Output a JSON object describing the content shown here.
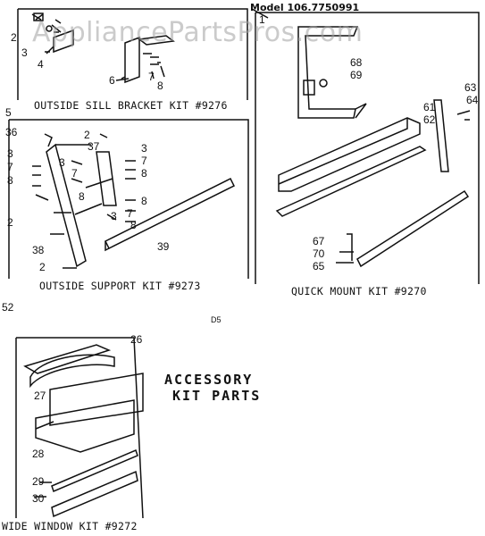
{
  "header": {
    "model": "Model 106.7750991"
  },
  "watermark": {
    "text": "AppliancePartsPros.com"
  },
  "panels": {
    "sill_bracket": {
      "title": "OUTSIDE SILL BRACKET KIT #9276"
    },
    "outside_support": {
      "title": "OUTSIDE SUPPORT KIT #9273"
    },
    "quick_mount": {
      "title": "QUICK MOUNT KIT #9270"
    },
    "wide_window": {
      "title": "WIDE WINDOW KIT #9272"
    }
  },
  "page_code": "D5",
  "accessory_heading": {
    "line1": "ACCESSORY",
    "line2": "KIT PARTS"
  },
  "callouts": {
    "c1": "1",
    "c2a": "2",
    "c3a": "3",
    "c4": "4",
    "c5": "5",
    "c6": "6",
    "c7a": "7",
    "c8a": "8",
    "c36": "36",
    "c2b": "2",
    "c3b": "3",
    "c7b": "7",
    "c8b": "8",
    "c37": "37",
    "c3c": "3",
    "c7c": "7",
    "c8c": "8",
    "c3d": "3",
    "c7d": "7",
    "c8d": "8",
    "c8e": "8",
    "c3e": "3",
    "c7e": "7",
    "c8f": "8",
    "c2c": "2",
    "c38": "38",
    "c39": "39",
    "c2d": "2",
    "c52": "52",
    "c68": "68",
    "c69": "69",
    "c61": "61",
    "c62": "62",
    "c63": "63",
    "c64": "64",
    "c67": "67",
    "c70": "70",
    "c65": "65",
    "c26": "26",
    "c27": "27",
    "c28": "28",
    "c29": "29",
    "c30": "30"
  }
}
